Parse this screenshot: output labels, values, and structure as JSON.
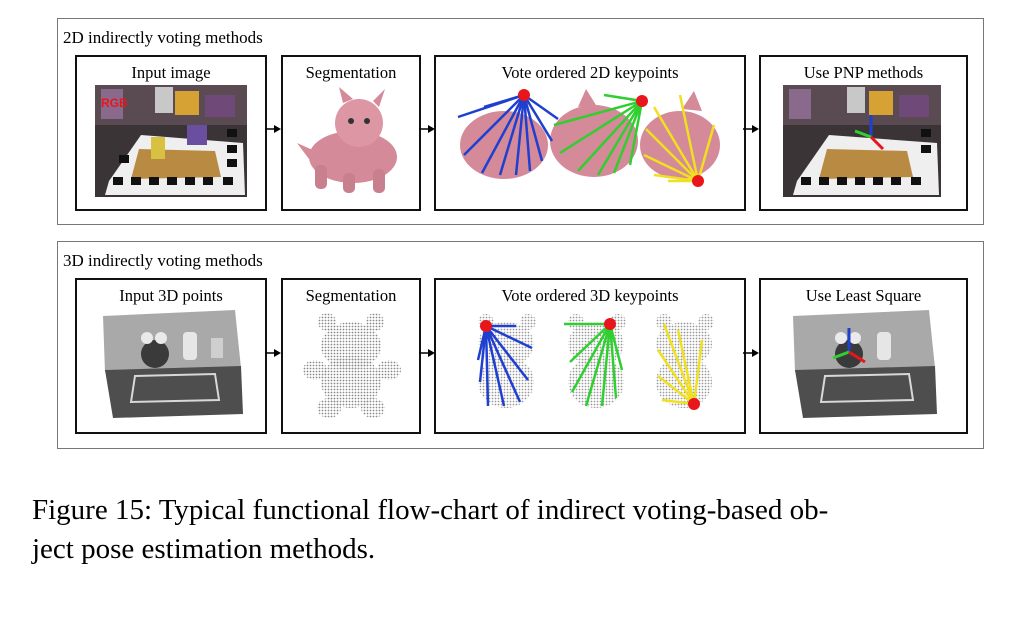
{
  "diagram": {
    "rows": [
      {
        "title": "2D indirectly voting methods",
        "boxes": [
          {
            "label": "Input image",
            "overlay_text": "RGB"
          },
          {
            "label": "Segmentation"
          },
          {
            "label": "Vote ordered 2D keypoints"
          },
          {
            "label": "Use PNP methods"
          }
        ]
      },
      {
        "title": "3D indirectly voting methods",
        "boxes": [
          {
            "label": "Input 3D points"
          },
          {
            "label": "Segmentation"
          },
          {
            "label": "Vote ordered 3D keypoints"
          },
          {
            "label": "Use Least Square"
          }
        ]
      }
    ],
    "colors": {
      "keypoint": "#e8161b",
      "vote_blue": "#1f3fd0",
      "vote_green": "#2fcf2f",
      "vote_yellow": "#f0e020",
      "object_pink": "#d48a98",
      "point_gray": "#9a9a9a"
    }
  },
  "caption": {
    "line1": "Figure 15: Typical functional flow-chart of indirect voting-based ob-",
    "line2": "ject pose estimation methods."
  }
}
